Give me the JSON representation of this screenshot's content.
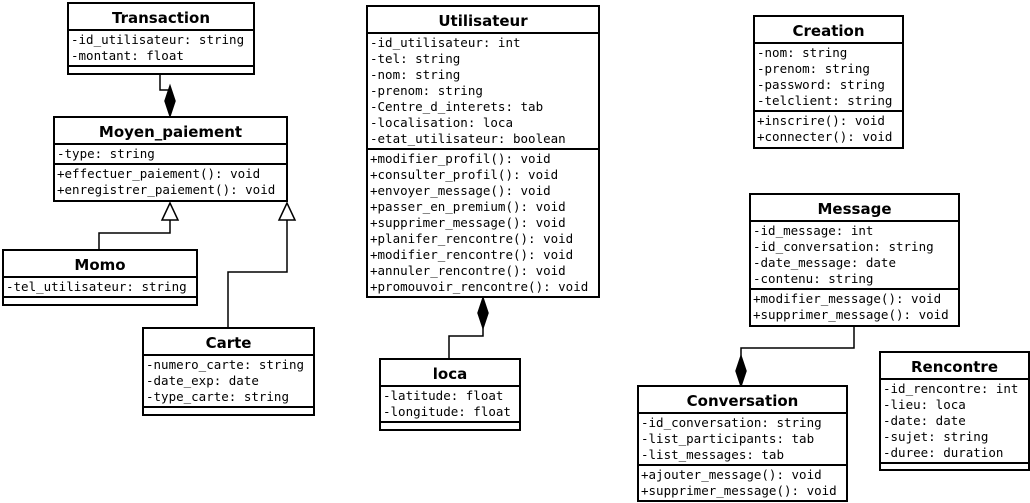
{
  "classes": {
    "transaction": {
      "name": "Transaction",
      "attributes": [
        "-id_utilisateur: string",
        "-montant: float"
      ],
      "methods": []
    },
    "moyen_paiement": {
      "name": "Moyen_paiement",
      "attributes": [
        "-type: string"
      ],
      "methods": [
        "+effectuer_paiement(): void",
        "+enregistrer_paiement(): void"
      ]
    },
    "momo": {
      "name": "Momo",
      "attributes": [
        "-tel_utilisateur: string"
      ],
      "methods": []
    },
    "carte": {
      "name": "Carte",
      "attributes": [
        "-numero_carte: string",
        "-date_exp: date",
        "-type_carte: string"
      ],
      "methods": []
    },
    "utilisateur": {
      "name": "Utilisateur",
      "attributes": [
        "-id_utilisateur: int",
        "-tel: string",
        "-nom: string",
        "-prenom: string",
        "-Centre_d_interets: tab",
        "-localisation: loca",
        "-etat_utilisateur: boolean"
      ],
      "methods": [
        "+modifier_profil(): void",
        "+consulter_profil(): void",
        "+envoyer_message(): void",
        "+passer_en_premium(): void",
        "+supprimer_message(): void",
        "+planifer_rencontre(): void",
        "+modifier_rencontre(): void",
        "+annuler_rencontre(): void",
        "+promouvoir_rencontre(): void"
      ]
    },
    "loca": {
      "name": "loca",
      "attributes": [
        "-latitude: float",
        "-longitude: float"
      ],
      "methods": []
    },
    "creation": {
      "name": "Creation",
      "attributes": [
        "-nom: string",
        "-prenom: string",
        "-password: string",
        "-telclient: string"
      ],
      "methods": [
        "+inscrire(): void",
        "+connecter(): void"
      ]
    },
    "message": {
      "name": "Message",
      "attributes": [
        "-id_message: int",
        "-id_conversation: string",
        "-date_message: date",
        "-contenu: string"
      ],
      "methods": [
        "+modifier_message(): void",
        "+supprimer_message(): void"
      ]
    },
    "conversation": {
      "name": "Conversation",
      "attributes": [
        "-id_conversation: string",
        "-list_participants: tab",
        "-list_messages: tab"
      ],
      "methods": [
        "+ajouter_message(): void",
        "+supprimer_message(): void"
      ]
    },
    "rencontre": {
      "name": "Rencontre",
      "attributes": [
        "-id_rencontre: int",
        "-lieu: loca",
        "-date: date",
        "-sujet: string",
        "-duree: duration"
      ],
      "methods": []
    }
  },
  "relations": [
    {
      "type": "composition",
      "from": "transaction",
      "to": "moyen_paiement"
    },
    {
      "type": "generalization",
      "from": "momo",
      "to": "moyen_paiement"
    },
    {
      "type": "generalization",
      "from": "carte",
      "to": "moyen_paiement"
    },
    {
      "type": "composition",
      "from": "loca",
      "to": "utilisateur"
    },
    {
      "type": "composition",
      "from": "message",
      "to": "conversation"
    }
  ]
}
